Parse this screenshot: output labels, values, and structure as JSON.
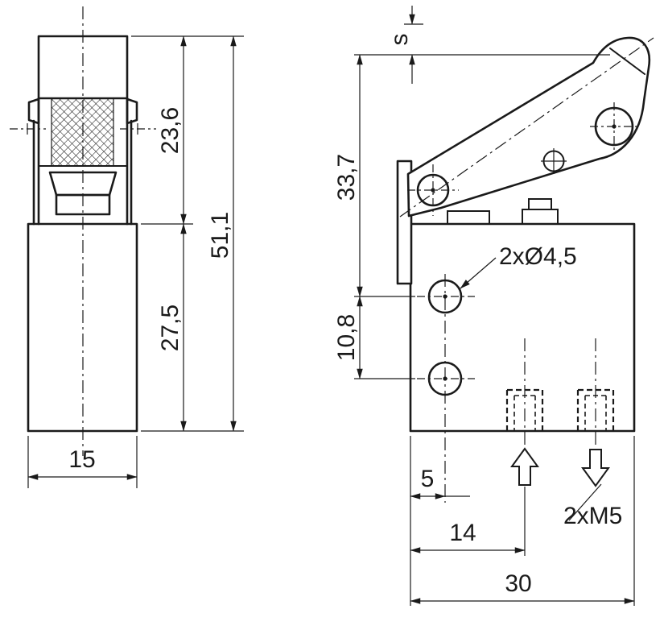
{
  "colors": {
    "line": "#1a1a1a",
    "background": "#ffffff"
  },
  "front_view": {
    "dim_top_height": "23,6",
    "dim_total_height": "51,1",
    "dim_body_height": "27,5",
    "dim_width": "15"
  },
  "side_view": {
    "dim_stroke": "s",
    "dim_lever_top_to_hole": "33,7",
    "dim_hole_spacing": "10,8",
    "dim_hole_offset": "5",
    "dim_port_offset": "14",
    "dim_total_width": "30",
    "label_holes": "2xØ4,5",
    "label_threads": "2xM5"
  }
}
